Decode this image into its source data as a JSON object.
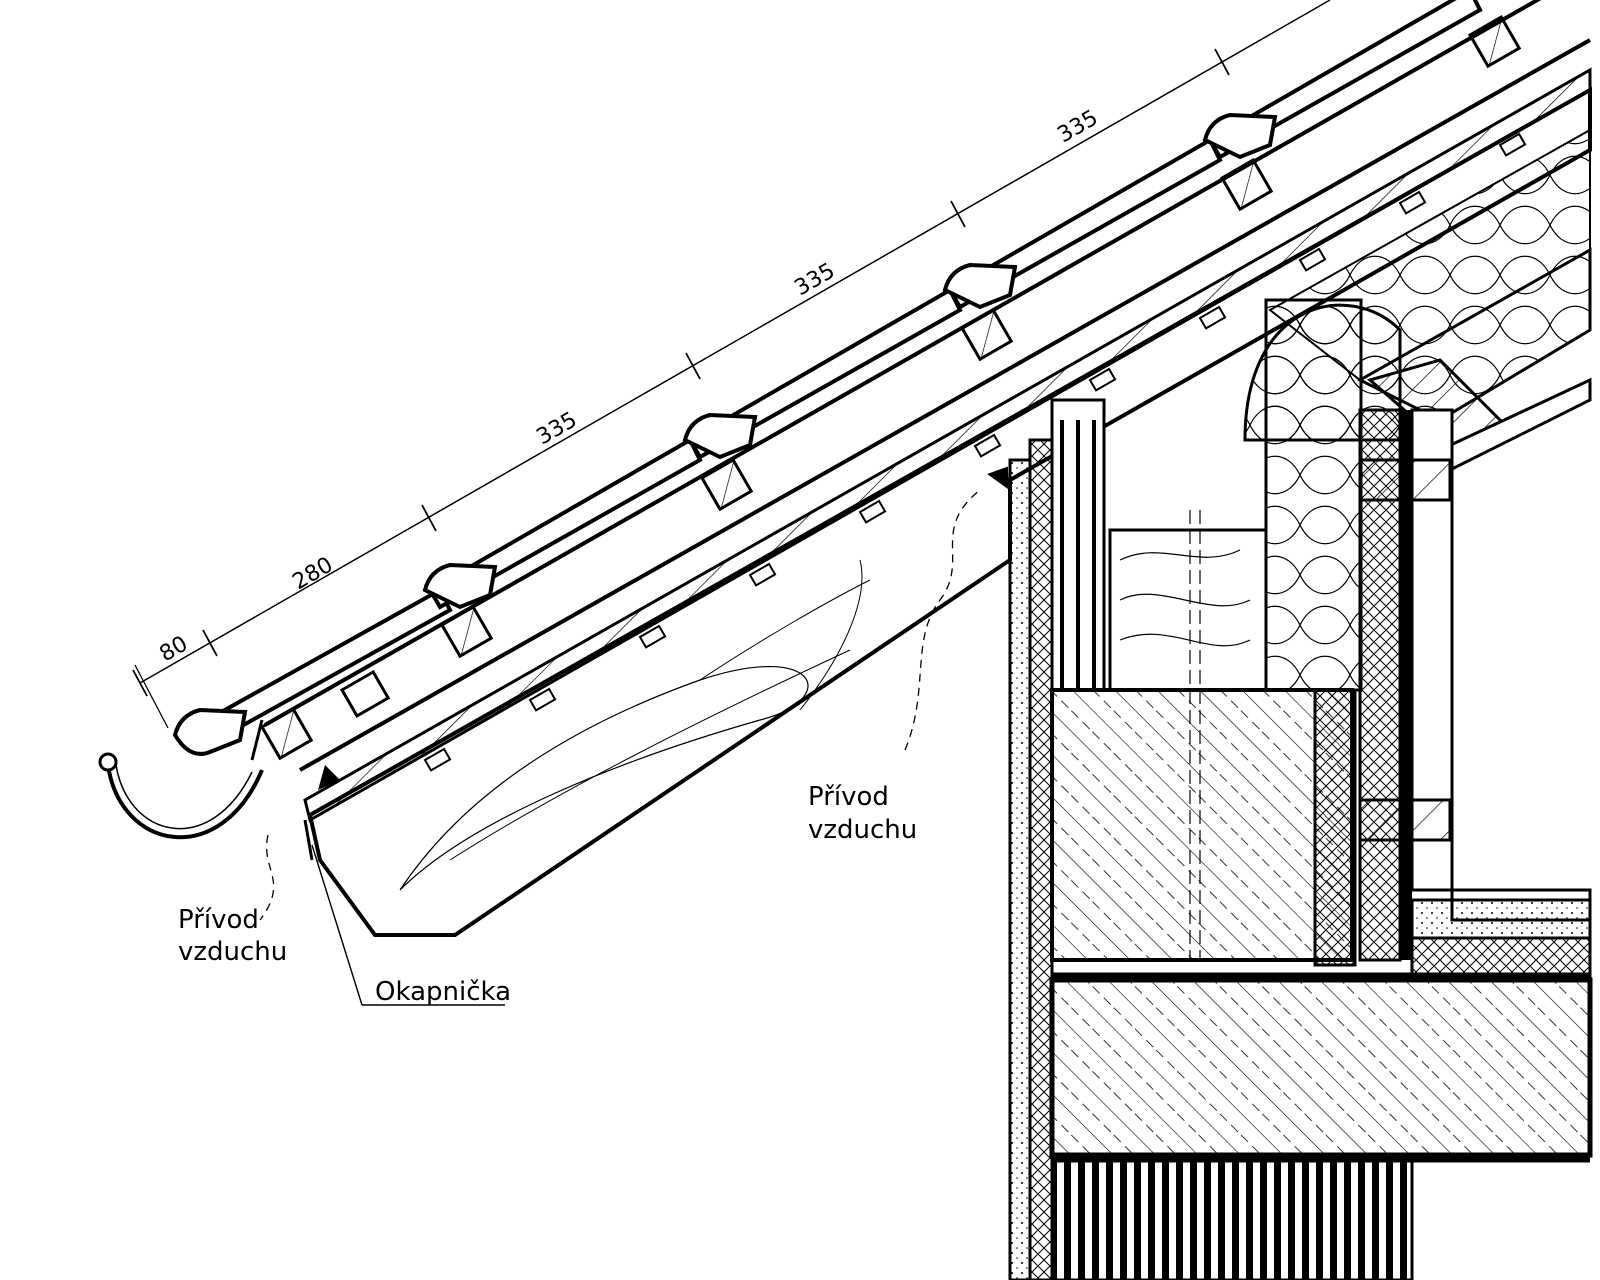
{
  "dimensions": [
    "80",
    "280",
    "335",
    "335",
    "335"
  ],
  "labels": {
    "air_intake_left_line1": "Přívod",
    "air_intake_left_line2": "vzduchu",
    "air_intake_right_line1": "Přívod",
    "air_intake_right_line2": "vzduchu",
    "drip_edge": "Okapnička"
  },
  "colors": {
    "ink": "#000000",
    "paper": "#ffffff"
  }
}
